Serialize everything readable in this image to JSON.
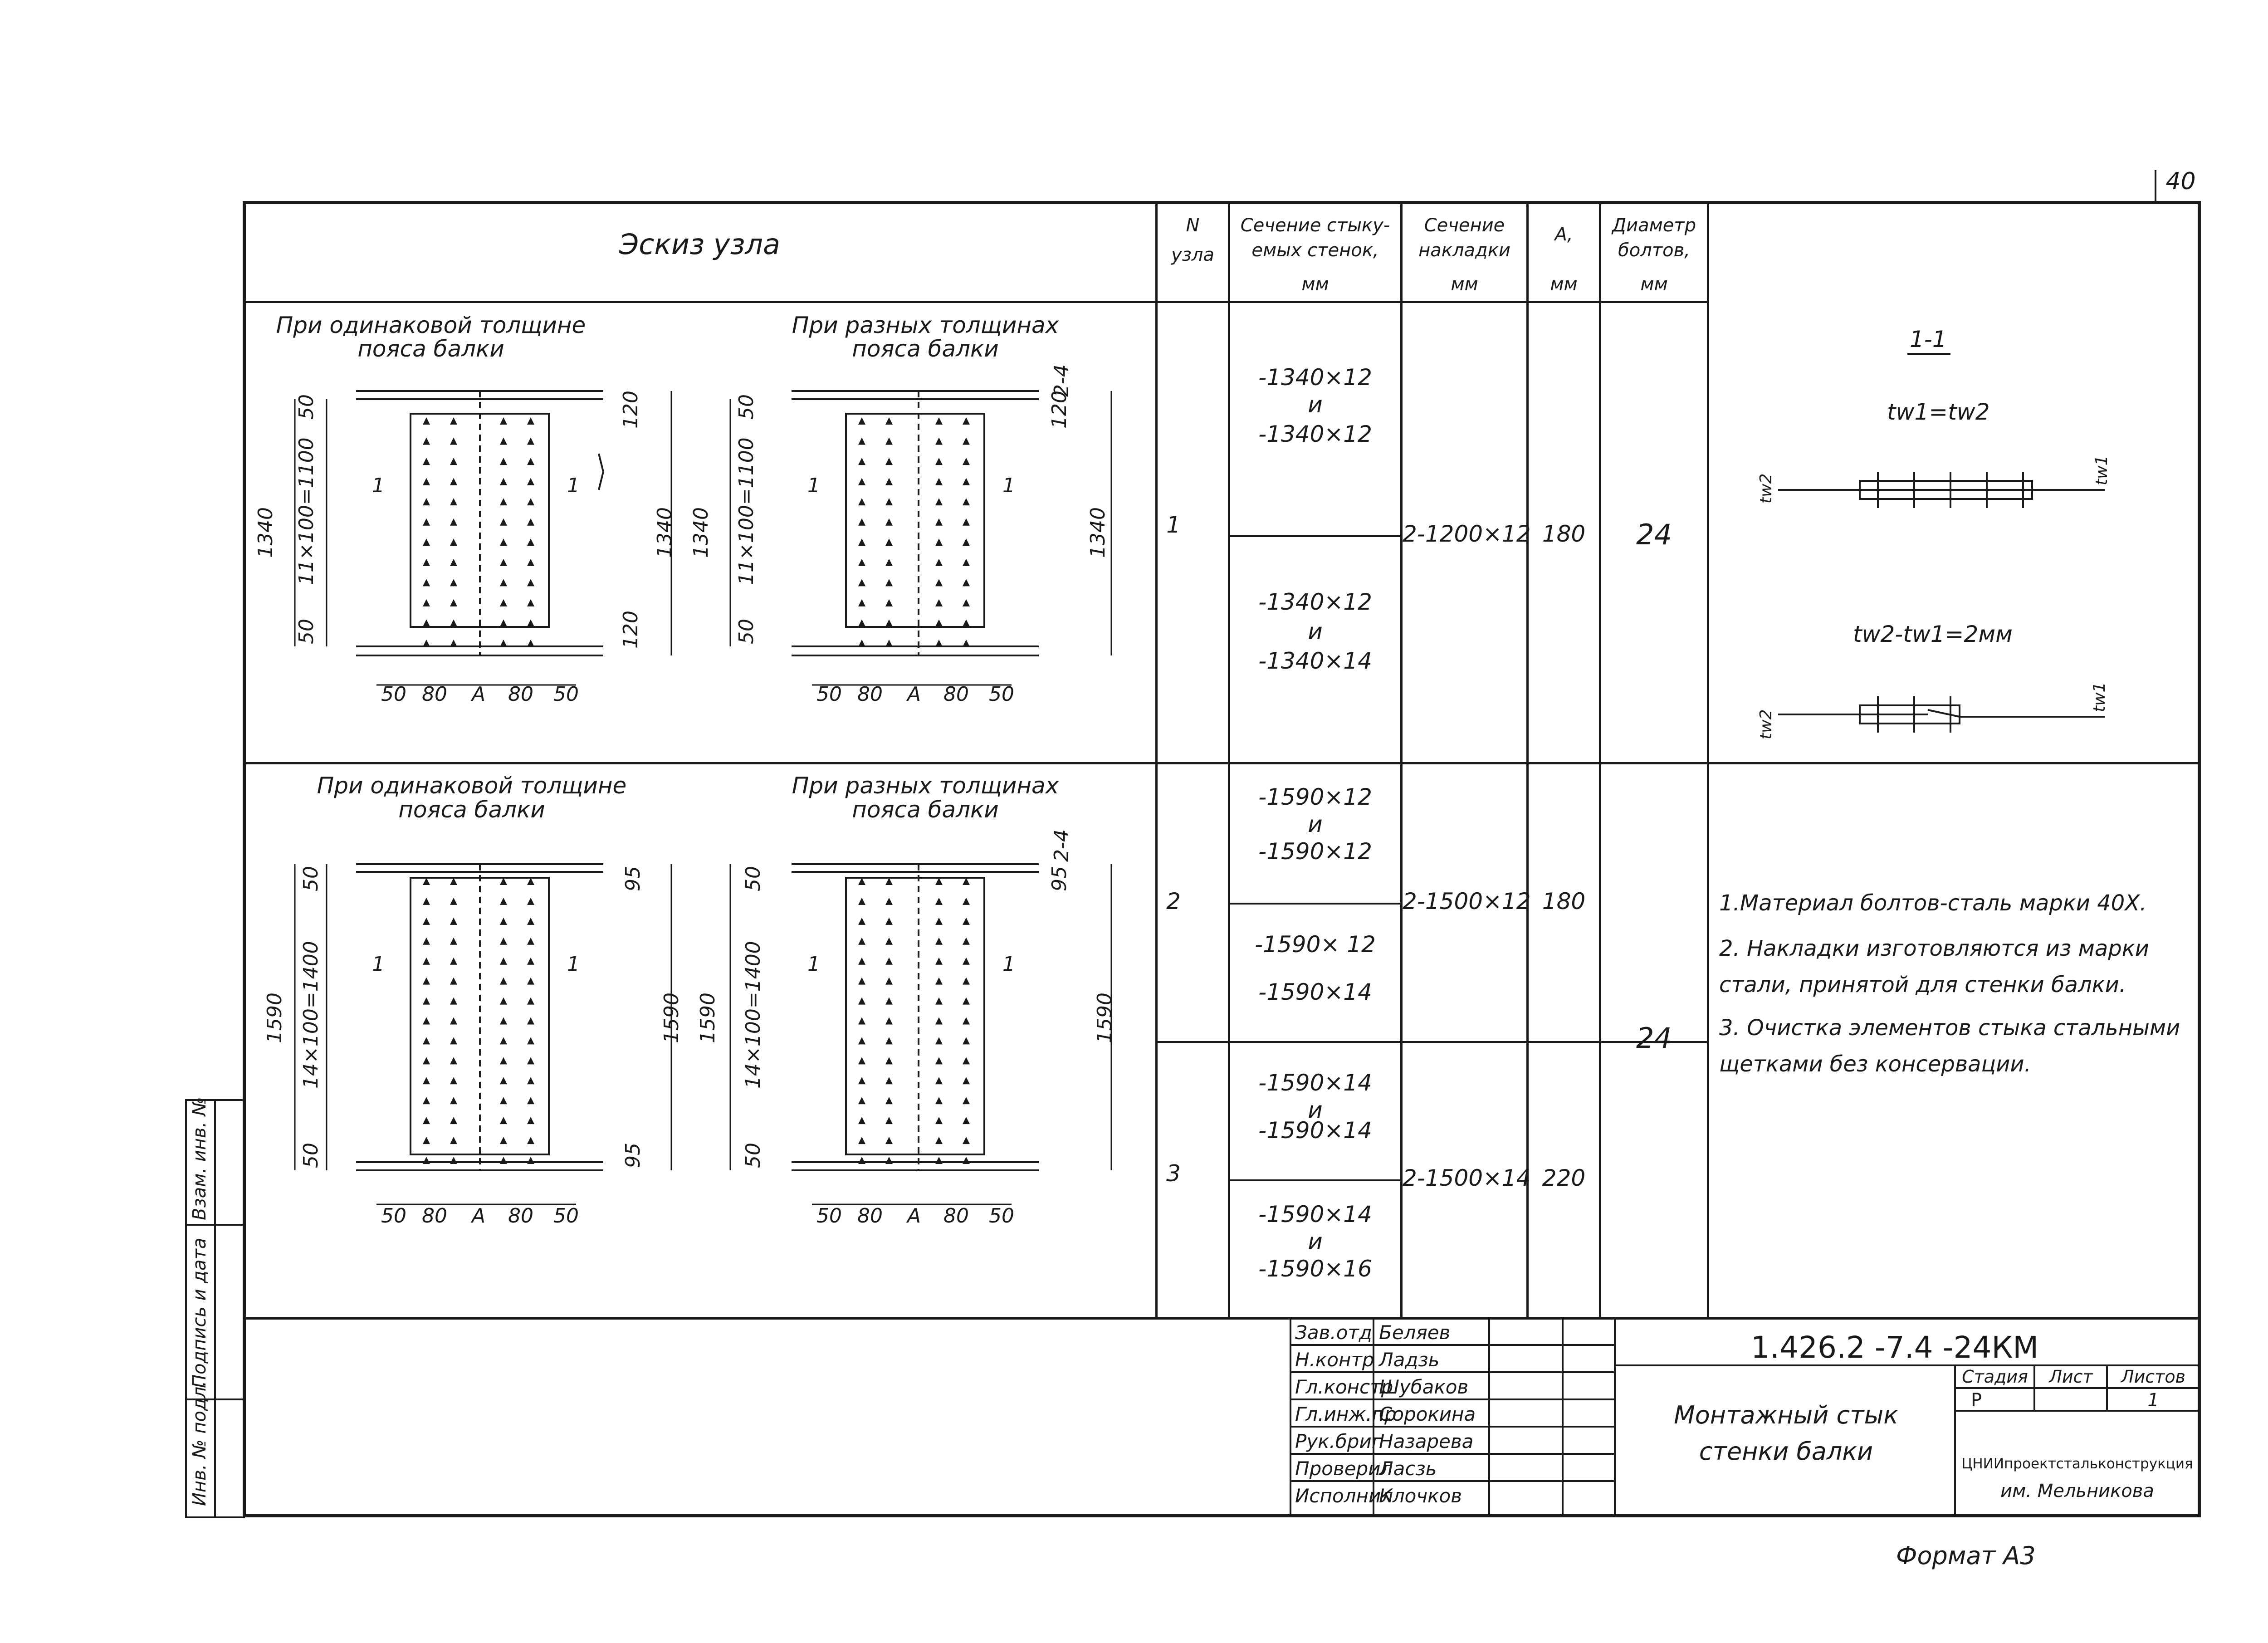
{
  "sheet_number": "40",
  "header": {
    "sketch": "Эскиз узла",
    "node_no_1": "N",
    "node_no_2": "узла",
    "wall_section_1": "Сечение стыку-",
    "wall_section_2": "емых стенок,",
    "wall_section_unit": "мм",
    "pad_section_1": "Сечение",
    "pad_section_2": "накладки",
    "pad_section_unit": "мм",
    "a_1": "А,",
    "a_unit": "мм",
    "bolt_1": "Диаметр",
    "bolt_2": "болтов,",
    "bolt_unit": "мм"
  },
  "sketches": {
    "equal_1": "При одинаковой толщине",
    "equal_2": "пояса балки",
    "diff_1": "При разных толщинах",
    "diff_2": "пояса балки",
    "r1": {
      "overall": "1340",
      "pitch": "11×100=1100",
      "edge": "50",
      "pad_edge": "120",
      "gap": "2-4",
      "dims": [
        "50",
        "80",
        "А",
        "80",
        "50"
      ],
      "sec": "1",
      "sec_label": "1"
    },
    "r2": {
      "overall": "1590",
      "pitch": "14×100=1400",
      "edge": "50",
      "pad_edge": "95",
      "gap": "2-4",
      "dims": [
        "50",
        "80",
        "А",
        "80",
        "50"
      ],
      "sec": "1",
      "sec_label": "1"
    }
  },
  "rows": {
    "n1": "1",
    "n2": "2",
    "n3": "3",
    "w1a_1": "-1340×12",
    "w1a_2": "и",
    "w1a_3": "-1340×12",
    "w1b_1": "-1340×12",
    "w1b_2": "и",
    "w1b_3": "-1340×14",
    "pad1": "2-1200×12",
    "a1": "180",
    "bolt1": "24",
    "w2a_1": "-1590×12",
    "w2a_2": "и",
    "w2a_3": "-1590×12",
    "w2b_1": "-1590× 12",
    "w2b_2": "-1590×14",
    "pad2": "2-1500×12",
    "a2": "180",
    "w3a_1": "-1590×14",
    "w3a_2": "и",
    "w3a_3": "-1590×14",
    "w3b_1": "-1590×14",
    "w3b_2": "и",
    "w3b_3": "-1590×16",
    "pad3": "2-1500×14",
    "a3": "220",
    "bolt23": "24"
  },
  "section": {
    "title": "1-1",
    "eq": "tw1=tw2",
    "diff": "tw2-tw1=2мм",
    "tw1": "tw1",
    "tw2": "tw2"
  },
  "notes": {
    "n1": "1.Материал болтов-сталь марки 40Х.",
    "n2a": "2. Накладки изготовляются из марки",
    "n2b": "стали, принятой для стенки балки.",
    "n3a": "3. Очистка элементов стыка стальными",
    "n3b": "щетками без консервации."
  },
  "side_stamp": {
    "inv": "Инв. № подл.",
    "sign": "Подпись и дата",
    "repl": "Взам. инв. №"
  },
  "title_block": {
    "code": "1.426.2 -7.4 -24КМ",
    "name_1": "Монтажный стык",
    "name_2": "стенки балки",
    "stage_h": "Стадия",
    "sheet_h": "Лист",
    "sheets_h": "Листов",
    "stage": "Р",
    "sheet": "",
    "sheets": "1",
    "org_1": "ЦНИИпроектстальконструкция",
    "org_2": "им. Мельникова",
    "roles": [
      "Зав.отд",
      "Н.контр",
      "Гл.констр",
      "Гл.инж.пр",
      "Рук.бриг",
      "Проверил",
      "Исполнил"
    ],
    "people": [
      "Беляев",
      "Ладзь",
      "Шубаков",
      "Сорокина",
      "Назарева",
      "Ласзь",
      "Клочков"
    ]
  },
  "format": "Формат А3"
}
